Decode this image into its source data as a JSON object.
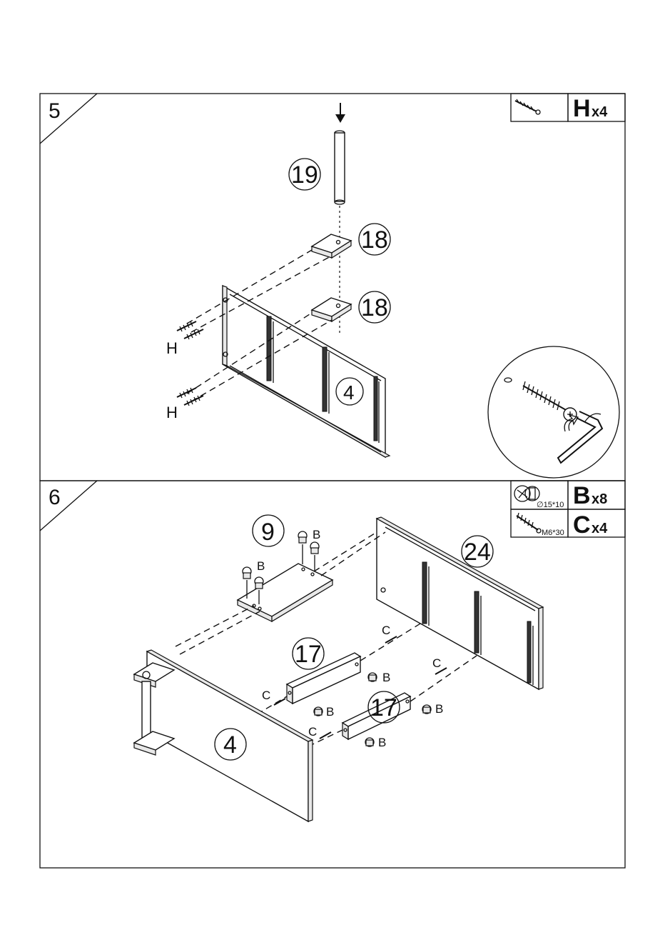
{
  "steps": [
    {
      "number": "5",
      "hardware": [
        {
          "letter": "H",
          "qty": "x4",
          "icon": "long-screw-icon"
        }
      ],
      "callouts": {
        "post": "19",
        "shelf_top": "18",
        "shelf_bottom": "18",
        "panel": "4"
      },
      "labels": {
        "screw_upper": "H",
        "screw_lower": "H"
      },
      "detail": "allen-key-detail-icon"
    },
    {
      "number": "6",
      "hardware": [
        {
          "letter": "B",
          "qty": "x8",
          "size": "∅15*10",
          "icon": "cam-lock-icon"
        },
        {
          "letter": "C",
          "qty": "x4",
          "size": "M6*30",
          "icon": "cam-bolt-icon"
        }
      ],
      "callouts": {
        "shelf": "9",
        "back_panel": "24",
        "rail_upper": "17",
        "rail_lower": "17",
        "side_panel": "4"
      },
      "labels": {
        "b1": "B",
        "b2": "B",
        "b3": "B",
        "b4": "B",
        "b5": "B",
        "b6": "B",
        "c1": "C",
        "c2": "C",
        "c3": "C",
        "c4": "C"
      }
    }
  ],
  "colors": {
    "line": "#111111",
    "background": "#ffffff",
    "edge_fill": "#e8e8e8"
  }
}
